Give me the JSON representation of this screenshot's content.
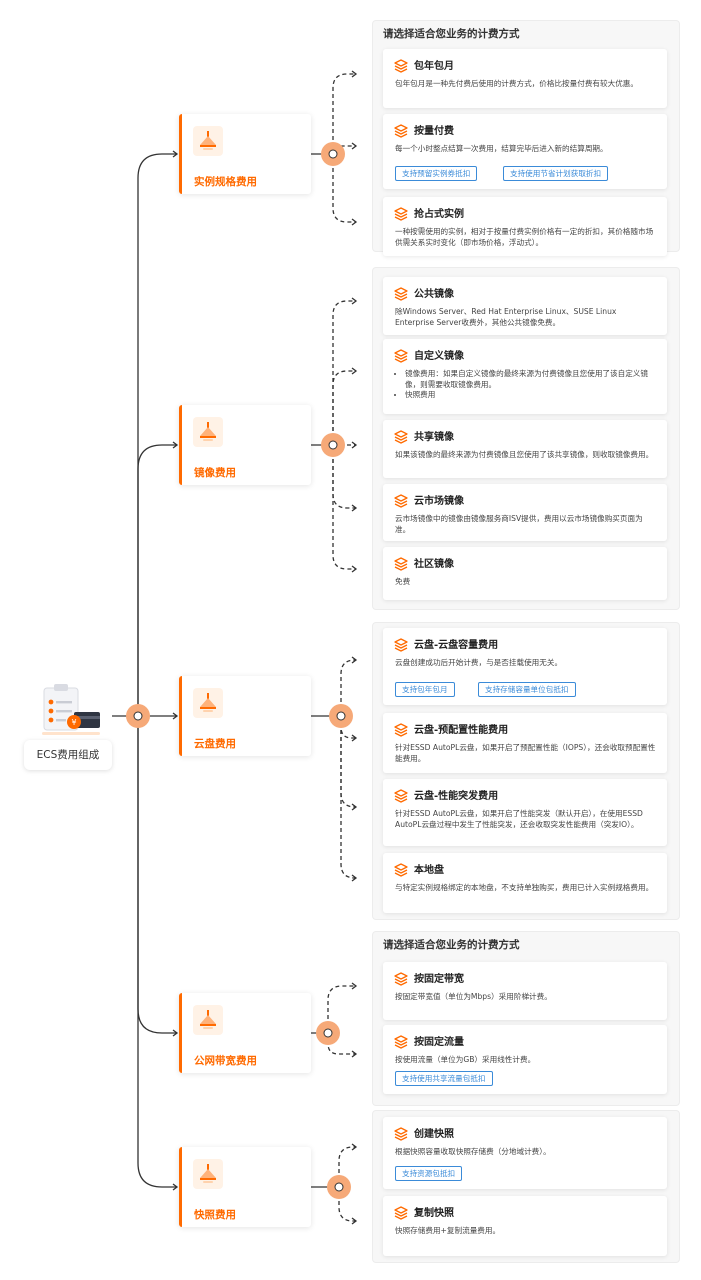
{
  "root": {
    "label": "ECS费用组成"
  },
  "categories": [
    {
      "label": "实例规格费用"
    },
    {
      "label": "镜像费用"
    },
    {
      "label": "云盘费用"
    },
    {
      "label": "公网带宽费用"
    },
    {
      "label": "快照费用"
    }
  ],
  "panels": [
    {
      "heading": "请选择适合您业务的计费方式",
      "cards": [
        {
          "title": "包年包月",
          "desc": "包年包月是一种先付费后使用的计费方式，价格比按量付费有较大优惠。"
        },
        {
          "title": "按量付费",
          "desc": "每一个小时整点结算一次费用，结算完毕后进入新的结算周期。",
          "buttons": [
            "支持预留实例券抵扣",
            "支持使用节省计划获取折扣"
          ]
        },
        {
          "title": "抢占式实例",
          "desc": "一种按需使用的实例，相对于按量付费实例价格有一定的折扣，其价格随市场供需关系实时变化（即市场价格，浮动式）。"
        }
      ]
    },
    {
      "heading": "",
      "cards": [
        {
          "title": "公共镜像",
          "desc": "除Windows Server、Red Hat Enterprise Linux、SUSE Linux Enterprise Server收费外，其他公共镜像免费。"
        },
        {
          "title": "自定义镜像",
          "list": [
            "镜像费用：如果自定义镜像的最终来源为付费镜像且您使用了该自定义镜像，则需要收取镜像费用。",
            "快照费用"
          ]
        },
        {
          "title": "共享镜像",
          "desc": "如果该镜像的最终来源为付费镜像且您使用了该共享镜像，则收取镜像费用。"
        },
        {
          "title": "云市场镜像",
          "desc": "云市场镜像中的镜像由镜像服务商ISV提供，费用以云市场镜像购买页面为准。"
        },
        {
          "title": "社区镜像",
          "desc": "免费"
        }
      ]
    },
    {
      "heading": "",
      "cards": [
        {
          "title": "云盘-云盘容量费用",
          "desc": "云盘创建成功后开始计费，与是否挂载使用无关。",
          "buttons": [
            "支持包年包月",
            "支持存储容量单位包抵扣"
          ]
        },
        {
          "title": "云盘-预配置性能费用",
          "desc": "针对ESSD AutoPL云盘，如果开启了预配置性能（IOPS），还会收取预配置性能费用。"
        },
        {
          "title": "云盘-性能突发费用",
          "desc": "针对ESSD AutoPL云盘，如果开启了性能突发（默认开启），在使用ESSD AutoPL云盘过程中发生了性能突发，还会收取突发性能费用（突发IO）。"
        },
        {
          "title": "本地盘",
          "desc": "与特定实例规格绑定的本地盘，不支持单独购买，费用已计入实例规格费用。"
        }
      ]
    },
    {
      "heading": "请选择适合您业务的计费方式",
      "cards": [
        {
          "title": "按固定带宽",
          "desc": "按固定带宽值（单位为Mbps）采用阶梯计费。"
        },
        {
          "title": "按固定流量",
          "desc": "按使用流量（单位为GB）采用线性计费。",
          "buttons": [
            "支持使用共享流量包抵扣"
          ]
        }
      ]
    },
    {
      "heading": "",
      "cards": [
        {
          "title": "创建快照",
          "desc": "根据快照容量收取快照存储费（分地域计费）。",
          "buttons": [
            "支持资源包抵扣"
          ]
        },
        {
          "title": "复制快照",
          "desc": "快照存储费用+复制流量费用。"
        }
      ]
    }
  ],
  "colors": {
    "accent": "#ff6a00",
    "node": "#f6a978",
    "link": "#3b8bd8",
    "line": "#333333"
  },
  "icons": {
    "category": "layered-pyramid-icon",
    "card": "stack-layers-icon",
    "root": "billing-clipboard-icon"
  }
}
